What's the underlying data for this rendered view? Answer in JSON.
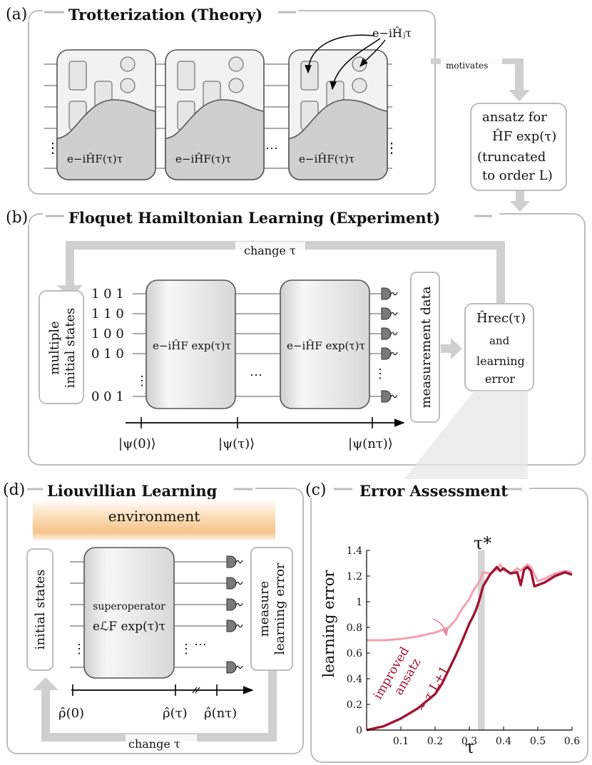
{
  "panel_a": {
    "letter": "(a)",
    "title": "Trotterization (Theory)",
    "gate_label": "e−iĤⱼτ",
    "block_label": "e−iĤF(τ)τ",
    "ellipsis": "⋯",
    "vdots": "⋮"
  },
  "arrow_motivates": {
    "label": "motivates"
  },
  "ansatz_box": {
    "line1": "ansatz for",
    "line2": "ĤF exp(τ)",
    "line3": "(truncated",
    "line4": "to order L)"
  },
  "panel_b": {
    "letter": "(b)",
    "title": "Floquet Hamiltonian Learning (Experiment)",
    "loop_label": "change τ",
    "initial_states_line1": "multiple",
    "initial_states_line2": "initial states",
    "bitstrings": [
      "1 0 1",
      "1 1 0",
      "1 0 0",
      "0 1 0",
      "0 0 1"
    ],
    "unitary_label": "e−iĤF exp(τ)τ",
    "measurement_label": "measurement data",
    "result_line1": "Ĥrec(τ)",
    "result_line2": "and",
    "result_line3": "learning",
    "result_line4": "error",
    "time_labels": [
      "|ψ(0)⟩",
      "|ψ(τ)⟩",
      "|ψ(nτ)⟩"
    ]
  },
  "panel_d": {
    "letter": "(d)",
    "title": "Liouvillian Learning",
    "environment": "environment",
    "initial_states": "initial states",
    "superop_line1": "superoperator",
    "superop_line2": "eℒF exp(τ)τ",
    "measure_line1": "measure",
    "measure_line2": "learning error",
    "time_labels": [
      "ρ̂(0)",
      "ρ̂(τ)",
      "ρ̂(nτ)"
    ],
    "loop_label": "change τ"
  },
  "panel_c": {
    "letter": "(c)",
    "title": "Error Assessment",
    "tau_star": "τ*",
    "annotation_line1": "improved",
    "annotation_line2": "ansatz",
    "scaling": "∼ τ L+1"
  },
  "colors": {
    "dark_series": "#a01430",
    "light_series": "#f2a0b0",
    "band": "#d4d4d4",
    "arrow_gray": "#c8c8c8",
    "environment": "#f6c48a"
  },
  "chart_data": {
    "type": "line",
    "xlabel": "τ",
    "ylabel": "learning error",
    "xlim": [
      0,
      0.6
    ],
    "ylim": [
      0,
      1.4
    ],
    "xticks": [
      0.1,
      0.2,
      0.3,
      0.4,
      0.5,
      0.6
    ],
    "yticks": [
      0,
      0.2,
      0.4,
      0.6,
      0.8,
      1,
      1.2,
      1.4
    ],
    "tau_star_band": [
      0.325,
      0.345
    ],
    "series": [
      {
        "name": "",
        "color": "#f2a0b0",
        "x": [
          0,
          0.05,
          0.1,
          0.15,
          0.2,
          0.24,
          0.26,
          0.28,
          0.3,
          0.31,
          0.32,
          0.33,
          0.34,
          0.36,
          0.38,
          0.39,
          0.4,
          0.42,
          0.44,
          0.45,
          0.46,
          0.47,
          0.48,
          0.5,
          0.52,
          0.55,
          0.58,
          0.6
        ],
        "y": [
          0.7,
          0.7,
          0.71,
          0.73,
          0.76,
          0.8,
          0.86,
          0.95,
          1.02,
          1.08,
          1.12,
          1.16,
          1.23,
          1.22,
          1.25,
          1.29,
          1.25,
          1.22,
          1.26,
          1.24,
          1.27,
          1.29,
          1.27,
          1.16,
          1.18,
          1.22,
          1.24,
          1.23
        ]
      },
      {
        "name": "",
        "color": "#a01430",
        "x": [
          0,
          0.05,
          0.1,
          0.15,
          0.2,
          0.22,
          0.24,
          0.26,
          0.28,
          0.3,
          0.31,
          0.32,
          0.33,
          0.34,
          0.36,
          0.38,
          0.39,
          0.4,
          0.42,
          0.44,
          0.45,
          0.46,
          0.47,
          0.48,
          0.49,
          0.5,
          0.52,
          0.55,
          0.58,
          0.6
        ],
        "y": [
          0.0,
          0.03,
          0.09,
          0.17,
          0.28,
          0.36,
          0.47,
          0.58,
          0.7,
          0.83,
          0.88,
          0.94,
          1.02,
          1.12,
          1.21,
          1.27,
          1.24,
          1.26,
          1.22,
          1.23,
          1.13,
          1.25,
          1.27,
          1.24,
          1.12,
          1.13,
          1.15,
          1.2,
          1.23,
          1.21
        ]
      }
    ]
  }
}
